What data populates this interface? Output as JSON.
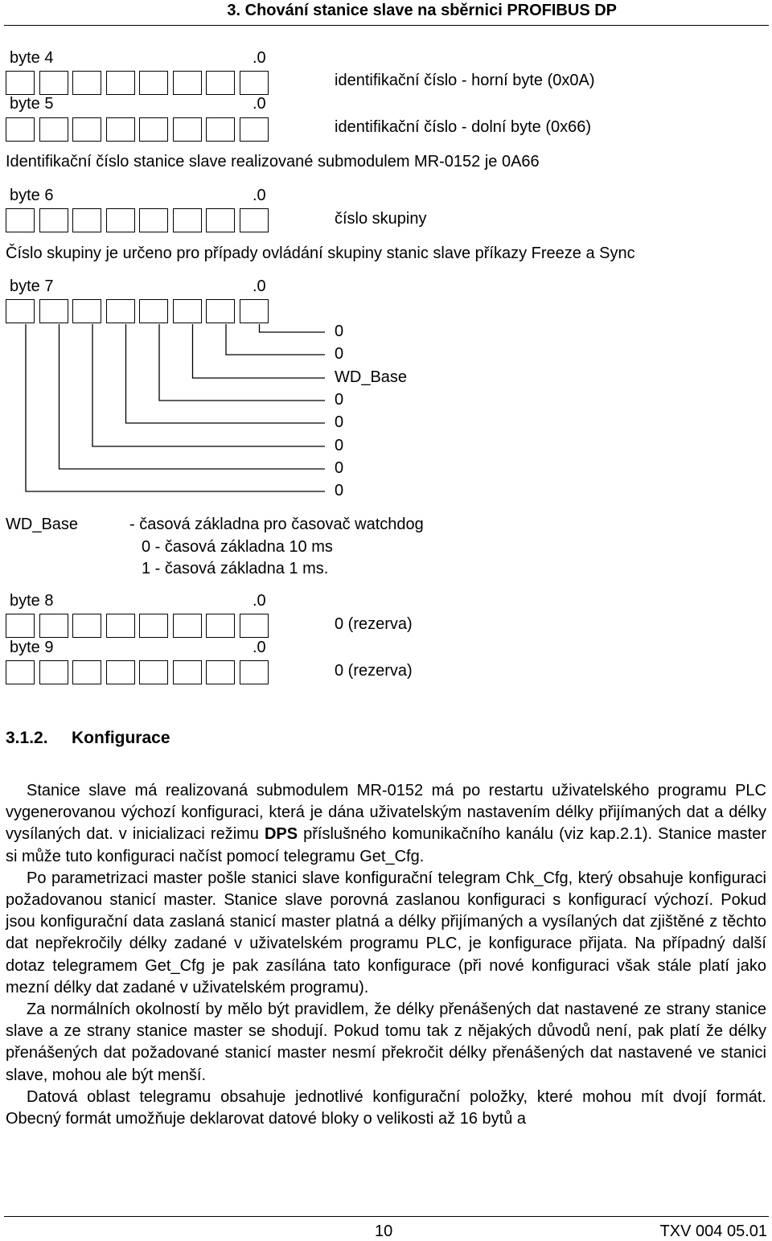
{
  "header": {
    "title": "3. Chování stanice slave na sběrnici PROFIBUS DP"
  },
  "bytes": [
    {
      "label": "byte 4",
      "bit": ".0",
      "description": "identifikační číslo - horní byte (0x0A)"
    },
    {
      "label": "byte 5",
      "bit": ".0",
      "description": "identifikační číslo - dolní byte (0x66)"
    },
    {
      "label": "byte 6",
      "bit": ".0",
      "description": "číslo skupiny"
    },
    {
      "label": "byte 7",
      "bit": ".0"
    },
    {
      "label": "byte 8",
      "bit": ".0",
      "description": "0 (rezerva)"
    },
    {
      "label": "byte 9",
      "bit": ".0",
      "description": "0 (rezerva)"
    }
  ],
  "notes": {
    "ident": "Identifikační číslo stanice slave realizované submodulem MR-0152 je 0A66",
    "group": "Číslo skupiny je určeno pro případy ovládání skupiny stanic slave příkazy Freeze a Sync"
  },
  "byte7_bits": [
    "0",
    "0",
    "WD_Base",
    "0",
    "0",
    "0",
    "0",
    "0"
  ],
  "wd_base": {
    "term": "WD_Base",
    "definition": "- časová základna pro časovač watchdog",
    "option0": "0 - časová základna 10 ms",
    "option1": "1 - časová základna 1 ms."
  },
  "section": {
    "number": "3.1.2.",
    "title": "Konfigurace"
  },
  "paragraphs": {
    "p1_a": "Stanice slave má realizovaná submodulem MR-0152 má po restartu uživatelského programu PLC vygenerovanou výchozí konfiguraci, která je dána uživatelským nastavením délky přijímaných dat a délky vysílaných dat. v inicializaci režimu ",
    "p1_bold": "DPS",
    "p1_b": " příslušného komunikačního kanálu (viz kap.2.1). Stanice master si může tuto konfiguraci načíst pomocí telegramu Get_Cfg.",
    "p2": "Po parametrizaci master pošle stanici slave konfigurační telegram Chk_Cfg, který obsahuje konfiguraci požadovanou stanicí master. Stanice slave porovná zaslanou konfiguraci s konfigurací výchozí. Pokud jsou konfigurační data zaslaná stanicí master platná a délky přijímaných a vysílaných dat zjištěné z těchto dat nepřekročily délky zadané v uživatelském programu PLC, je konfigurace přijata. Na případný další dotaz telegramem Get_Cfg je pak zasílána tato konfigurace (při nové konfiguraci však stále platí jako mezní délky dat zadané v uživatelském programu).",
    "p3": "Za normálních okolností by mělo být pravidlem, že délky přenášených dat nastavené ze strany stanice slave a ze strany stanice master se shodují. Pokud tomu tak z nějakých důvodů není, pak platí že délky přenášených dat požadované stanicí master nesmí překročit délky přenášených dat nastavené ve stanici slave, mohou ale být menší.",
    "p4": "Datová oblast telegramu obsahuje jednotlivé konfigurační položky, které mohou mít dvojí formát. Obecný formát umožňuje deklarovat datové bloky o velikosti až 16 bytů a"
  },
  "footer": {
    "page": "10",
    "doc": "TXV 004 05.01"
  }
}
